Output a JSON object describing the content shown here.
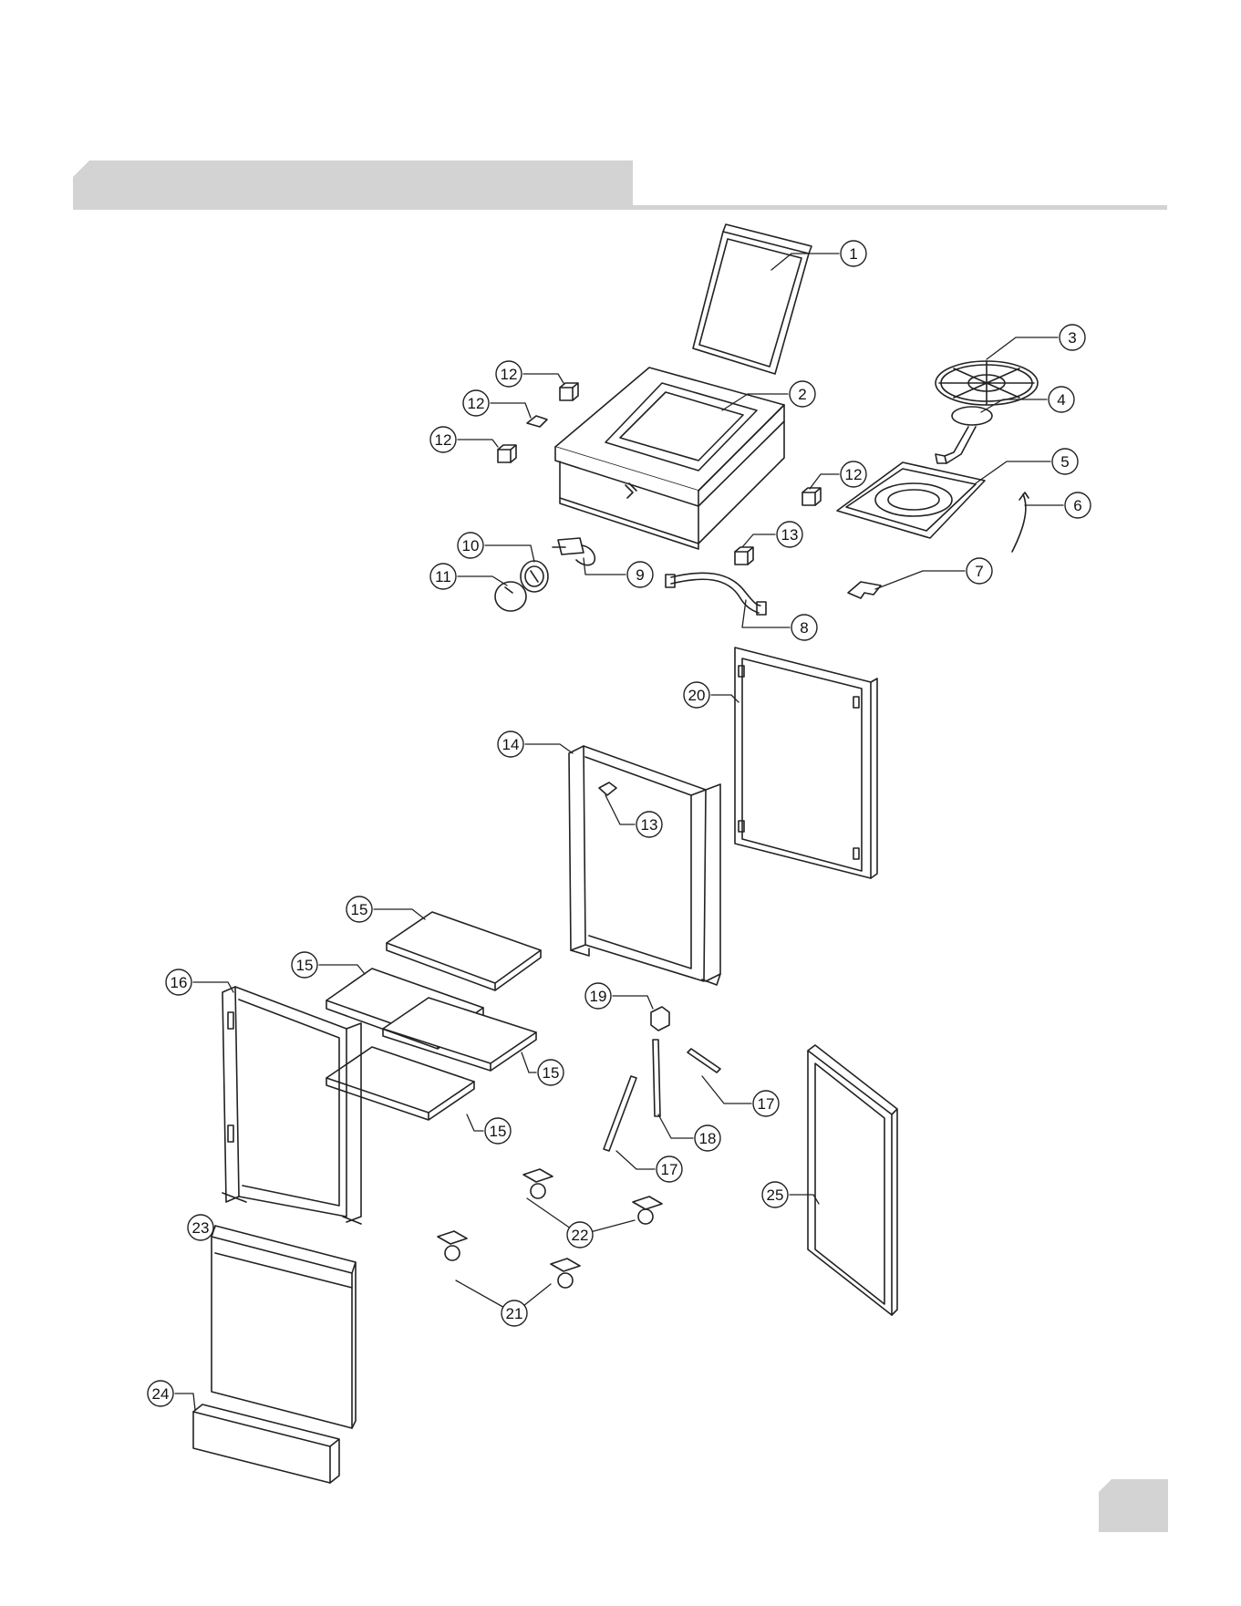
{
  "header": {
    "title": "",
    "tab_color": "#d3d3d3"
  },
  "footer": {
    "page_number": ""
  },
  "callouts": [
    {
      "id": "1",
      "label": "1"
    },
    {
      "id": "2",
      "label": "2"
    },
    {
      "id": "3",
      "label": "3"
    },
    {
      "id": "4",
      "label": "4"
    },
    {
      "id": "5",
      "label": "5"
    },
    {
      "id": "6",
      "label": "6"
    },
    {
      "id": "7",
      "label": "7"
    },
    {
      "id": "8",
      "label": "8"
    },
    {
      "id": "9",
      "label": "9"
    },
    {
      "id": "10",
      "label": "10"
    },
    {
      "id": "11",
      "label": "11"
    },
    {
      "id": "12a",
      "label": "12"
    },
    {
      "id": "12b",
      "label": "12"
    },
    {
      "id": "12c",
      "label": "12"
    },
    {
      "id": "12d",
      "label": "12"
    },
    {
      "id": "13a",
      "label": "13"
    },
    {
      "id": "13b",
      "label": "13"
    },
    {
      "id": "14",
      "label": "14"
    },
    {
      "id": "15a",
      "label": "15"
    },
    {
      "id": "15b",
      "label": "15"
    },
    {
      "id": "15c",
      "label": "15"
    },
    {
      "id": "15d",
      "label": "15"
    },
    {
      "id": "16",
      "label": "16"
    },
    {
      "id": "17a",
      "label": "17"
    },
    {
      "id": "17b",
      "label": "17"
    },
    {
      "id": "18",
      "label": "18"
    },
    {
      "id": "19",
      "label": "19"
    },
    {
      "id": "20",
      "label": "20"
    },
    {
      "id": "21",
      "label": "21"
    },
    {
      "id": "22",
      "label": "22"
    },
    {
      "id": "23",
      "label": "23"
    },
    {
      "id": "24",
      "label": "24"
    },
    {
      "id": "25",
      "label": "25"
    }
  ]
}
